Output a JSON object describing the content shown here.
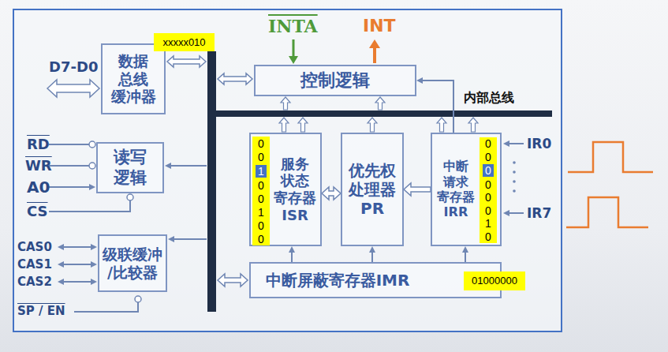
{
  "diagram": {
    "nodes": [
      {
        "text": [
          "数据 总线 缓冲器"
        ]
      },
      {
        "text": [
          "xxxxx010"
        ]
      },
      {
        "text": [
          "控制逻辑"
        ]
      },
      {
        "text": [
          "读写 逻辑"
        ]
      },
      {
        "text": [
          "服务 状态 寄存器 ISR"
        ]
      },
      {
        "text": [
          "0",
          "0",
          "1",
          "0",
          "0",
          "1",
          "0",
          "0"
        ],
        "in": 4
      },
      {
        "text": [
          "优先权 处理器 PR"
        ]
      },
      {
        "text": [
          "中断 请求 寄存器 IRR"
        ]
      },
      {
        "text": [
          "0",
          "0",
          "0",
          "0",
          "0",
          "0",
          "1",
          "0"
        ],
        "in": 7
      },
      {
        "text": [
          "级联缓冲 /比较器"
        ]
      },
      {
        "text": [
          "中断屏蔽寄存器IMR"
        ]
      },
      {
        "text": [
          "01000000"
        ],
        "in": 10
      }
    ],
    "edges": [
      {
        "from": 4,
        "to": 6,
        "arrow": "both"
      },
      {
        "from": 7,
        "to": 6,
        "arrow": "to"
      },
      {
        "from": 7,
        "to": 2,
        "arrow": "to"
      },
      {
        "from": 10,
        "to": 4,
        "arrow": "to"
      },
      {
        "from": 10,
        "to": 6,
        "arrow": "to"
      },
      {
        "from": 10,
        "to": 7,
        "arrow": "to"
      }
    ],
    "labels": [
      "D7-D0",
      "INTA",
      "INT",
      "RD",
      "WR",
      "A0",
      "CS",
      "CAS0",
      "CAS1",
      "CAS2",
      "SP / EN",
      "内部总线",
      "IR0",
      "IR7"
    ]
  }
}
